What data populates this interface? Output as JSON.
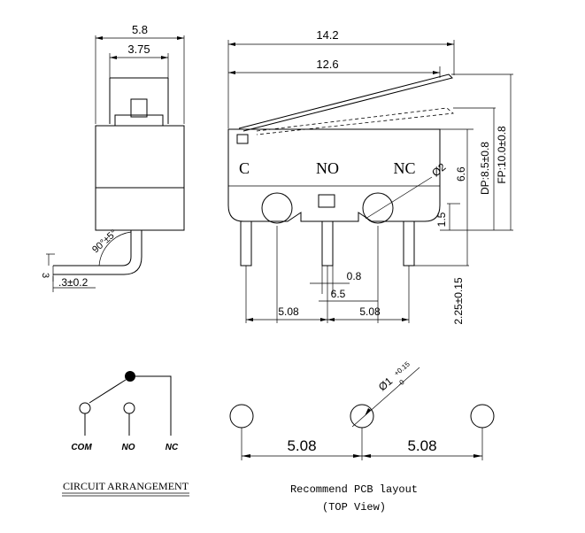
{
  "side_view": {
    "dim_width_outer": "5.8",
    "dim_width_inner": "3.75",
    "dim_angle": "90°±5°",
    "dim_tab_thickness": ".3±0.2",
    "dim_tab_side": "3"
  },
  "front_view": {
    "dim_total_length": "14.2",
    "dim_body_length": "12.6",
    "label_c": "C",
    "label_no": "NO",
    "label_nc": "NC",
    "dim_hole_dia": "Ø2",
    "dim_height": "6.6",
    "dim_dp": "DP:8.5±0.8",
    "dim_fp": "FP:10.0±0.8",
    "dim_hole_offset": "1.5",
    "dim_pin_width": "0.8",
    "dim_pin_spacing_a": "6.5",
    "dim_pitch_left": "5.08",
    "dim_pitch_right": "5.08",
    "dim_pin_length": "2.25±0.15"
  },
  "circuit": {
    "title": "CIRCUIT ARRANGEMENT",
    "com_label": "COM",
    "no_label": "NO",
    "nc_label": "NC"
  },
  "pcb": {
    "hole_dia_main": "Ø1",
    "hole_tol_plus": "+0.15",
    "hole_tol_minus": "-0",
    "pitch_left": "5.08",
    "pitch_right": "5.08",
    "caption_line1": "Recommend PCB layout",
    "caption_line2": "(TOP View)"
  }
}
